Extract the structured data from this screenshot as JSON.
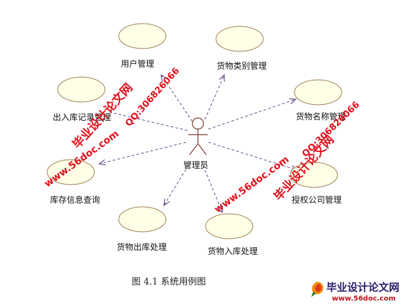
{
  "diagram": {
    "actor": {
      "label": "管理员"
    },
    "use_cases": [
      {
        "id": "user-mgmt",
        "label": "用户管理"
      },
      {
        "id": "goods-category-mgmt",
        "label": "货物类别管理"
      },
      {
        "id": "inout-record-mgmt",
        "label": "出入库记录管理"
      },
      {
        "id": "goods-name-mgmt",
        "label": "货物名称管理"
      },
      {
        "id": "stock-info-query",
        "label": "库存信息查询"
      },
      {
        "id": "authorized-company-mgmt",
        "label": "授权公司管理"
      },
      {
        "id": "goods-outbound",
        "label": "货物出库处理"
      },
      {
        "id": "goods-inbound",
        "label": "货物入库处理"
      }
    ],
    "caption": "图 4.1  系统用例图"
  },
  "watermarks": {
    "site_name": "毕业设计论文网",
    "site_url": "www.56doc.com",
    "qq": "QQ:306826066",
    "color": "#e0101c"
  },
  "colors": {
    "ellipse_fill": "#ffffe8",
    "ellipse_stroke": "#9c7f52",
    "line": "#6a4c8c",
    "actor": "#7b3a2a"
  }
}
